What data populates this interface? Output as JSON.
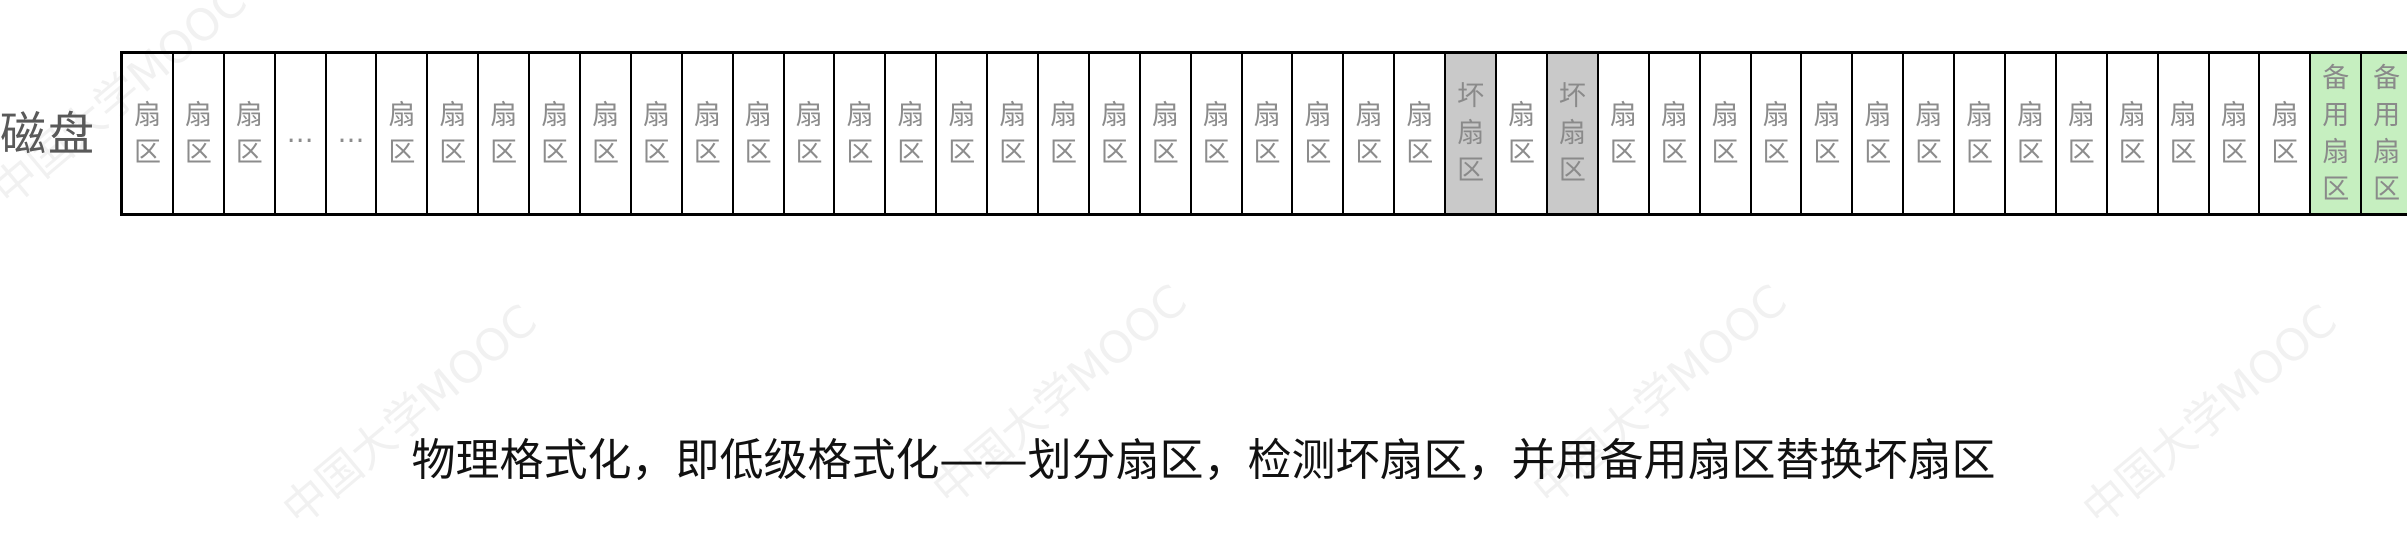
{
  "disk_label": "磁盘",
  "sectors": [
    {
      "chars": [
        "扇",
        "区"
      ],
      "kind": "normal"
    },
    {
      "chars": [
        "扇",
        "区"
      ],
      "kind": "normal"
    },
    {
      "chars": [
        "扇",
        "区"
      ],
      "kind": "normal"
    },
    {
      "chars": [
        "…"
      ],
      "kind": "ellipsis"
    },
    {
      "chars": [
        "…"
      ],
      "kind": "ellipsis"
    },
    {
      "chars": [
        "扇",
        "区"
      ],
      "kind": "normal"
    },
    {
      "chars": [
        "扇",
        "区"
      ],
      "kind": "normal"
    },
    {
      "chars": [
        "扇",
        "区"
      ],
      "kind": "normal"
    },
    {
      "chars": [
        "扇",
        "区"
      ],
      "kind": "normal"
    },
    {
      "chars": [
        "扇",
        "区"
      ],
      "kind": "normal"
    },
    {
      "chars": [
        "扇",
        "区"
      ],
      "kind": "normal"
    },
    {
      "chars": [
        "扇",
        "区"
      ],
      "kind": "normal"
    },
    {
      "chars": [
        "扇",
        "区"
      ],
      "kind": "normal"
    },
    {
      "chars": [
        "扇",
        "区"
      ],
      "kind": "normal"
    },
    {
      "chars": [
        "扇",
        "区"
      ],
      "kind": "normal"
    },
    {
      "chars": [
        "扇",
        "区"
      ],
      "kind": "normal"
    },
    {
      "chars": [
        "扇",
        "区"
      ],
      "kind": "normal"
    },
    {
      "chars": [
        "扇",
        "区"
      ],
      "kind": "normal"
    },
    {
      "chars": [
        "扇",
        "区"
      ],
      "kind": "normal"
    },
    {
      "chars": [
        "扇",
        "区"
      ],
      "kind": "normal"
    },
    {
      "chars": [
        "扇",
        "区"
      ],
      "kind": "normal"
    },
    {
      "chars": [
        "扇",
        "区"
      ],
      "kind": "normal"
    },
    {
      "chars": [
        "扇",
        "区"
      ],
      "kind": "normal"
    },
    {
      "chars": [
        "扇",
        "区"
      ],
      "kind": "normal"
    },
    {
      "chars": [
        "扇",
        "区"
      ],
      "kind": "normal"
    },
    {
      "chars": [
        "扇",
        "区"
      ],
      "kind": "normal"
    },
    {
      "chars": [
        "坏",
        "扇",
        "区"
      ],
      "kind": "bad"
    },
    {
      "chars": [
        "扇",
        "区"
      ],
      "kind": "normal"
    },
    {
      "chars": [
        "坏",
        "扇",
        "区"
      ],
      "kind": "bad"
    },
    {
      "chars": [
        "扇",
        "区"
      ],
      "kind": "normal"
    },
    {
      "chars": [
        "扇",
        "区"
      ],
      "kind": "normal"
    },
    {
      "chars": [
        "扇",
        "区"
      ],
      "kind": "normal"
    },
    {
      "chars": [
        "扇",
        "区"
      ],
      "kind": "normal"
    },
    {
      "chars": [
        "扇",
        "区"
      ],
      "kind": "normal"
    },
    {
      "chars": [
        "扇",
        "区"
      ],
      "kind": "normal"
    },
    {
      "chars": [
        "扇",
        "区"
      ],
      "kind": "normal"
    },
    {
      "chars": [
        "扇",
        "区"
      ],
      "kind": "normal"
    },
    {
      "chars": [
        "扇",
        "区"
      ],
      "kind": "normal"
    },
    {
      "chars": [
        "扇",
        "区"
      ],
      "kind": "normal"
    },
    {
      "chars": [
        "扇",
        "区"
      ],
      "kind": "normal"
    },
    {
      "chars": [
        "扇",
        "区"
      ],
      "kind": "normal"
    },
    {
      "chars": [
        "扇",
        "区"
      ],
      "kind": "normal"
    },
    {
      "chars": [
        "扇",
        "区"
      ],
      "kind": "normal"
    },
    {
      "chars": [
        "备",
        "用",
        "扇",
        "区"
      ],
      "kind": "spare"
    },
    {
      "chars": [
        "备",
        "用",
        "扇",
        "区"
      ],
      "kind": "spare"
    },
    {
      "chars": [],
      "kind": "spare"
    }
  ],
  "caption": "物理格式化，即低级格式化——划分扇区，检测坏扇区，并用备用扇区替换坏扇区",
  "watermark": "中国大学MOOC",
  "colors": {
    "bad_sector": "#c9c9c9",
    "spare_sector": "#c6efc0",
    "border": "#000000"
  }
}
